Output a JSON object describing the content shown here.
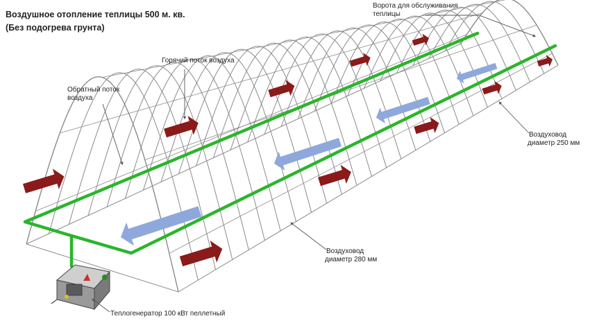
{
  "title": {
    "line1": "Воздушное отопление теплицы 500 м. кв.",
    "line2": "(Без подогрева грунта)"
  },
  "labels": {
    "hot_flow": "Горячий поток воздуха",
    "return_flow_1": "Обратный поток",
    "return_flow_2": "воздуха",
    "gate_1": "Ворота для обслуживания",
    "gate_2": "теплицы",
    "duct250_1": "Воздуховод",
    "duct250_2": "диаметр 250 мм",
    "duct280_1": "Воздуховод",
    "duct280_2": "диаметр 280 мм",
    "generator": "Теплогенератор 100 кВт пеллетный"
  },
  "colors": {
    "frame": "#8a8a8a",
    "duct": "#2bb52b",
    "hot_arrow": "#8b1a1a",
    "return_arrow": "#8fa8dc",
    "generator": "#9a9a9a"
  },
  "icons": {
    "hot_arrow": "hot-air-arrow-icon",
    "return_arrow": "return-air-arrow-icon",
    "generator": "heat-generator-icon"
  }
}
